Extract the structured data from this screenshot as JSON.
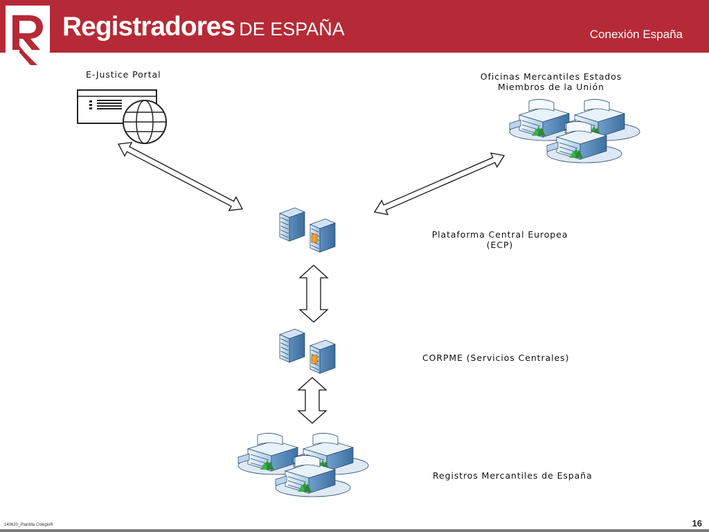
{
  "header": {
    "brand_main": "Registradores",
    "brand_sub": "DE ESPAÑA",
    "section_title": "Conexión España",
    "color": "#b52a36"
  },
  "nodes": {
    "ejustice": {
      "label": "E-Justice Portal",
      "icon": "web-portal-icon"
    },
    "oficinas": {
      "label_line1": "Oficinas Mercantiles Estados",
      "label_line2": "Miembros de la Unión",
      "icon": "buildings-icon"
    },
    "ecp": {
      "label_line1": "Plataforma Central Europea",
      "label_line2": "(ECP)",
      "icon": "servers-icon"
    },
    "corpme": {
      "label": "CORPME (Servicios Centrales)",
      "icon": "servers-icon"
    },
    "registros": {
      "label": "Registros Mercantiles de España",
      "icon": "buildings-icon"
    }
  },
  "connections": [
    {
      "from": "ejustice",
      "to": "ecp",
      "type": "bidirectional"
    },
    {
      "from": "oficinas",
      "to": "ecp",
      "type": "bidirectional"
    },
    {
      "from": "ecp",
      "to": "corpme",
      "type": "bidirectional"
    },
    {
      "from": "corpme",
      "to": "registros",
      "type": "bidirectional"
    }
  ],
  "footer": {
    "template": "140620_Plantilla ColegioR",
    "page_number": "16"
  }
}
